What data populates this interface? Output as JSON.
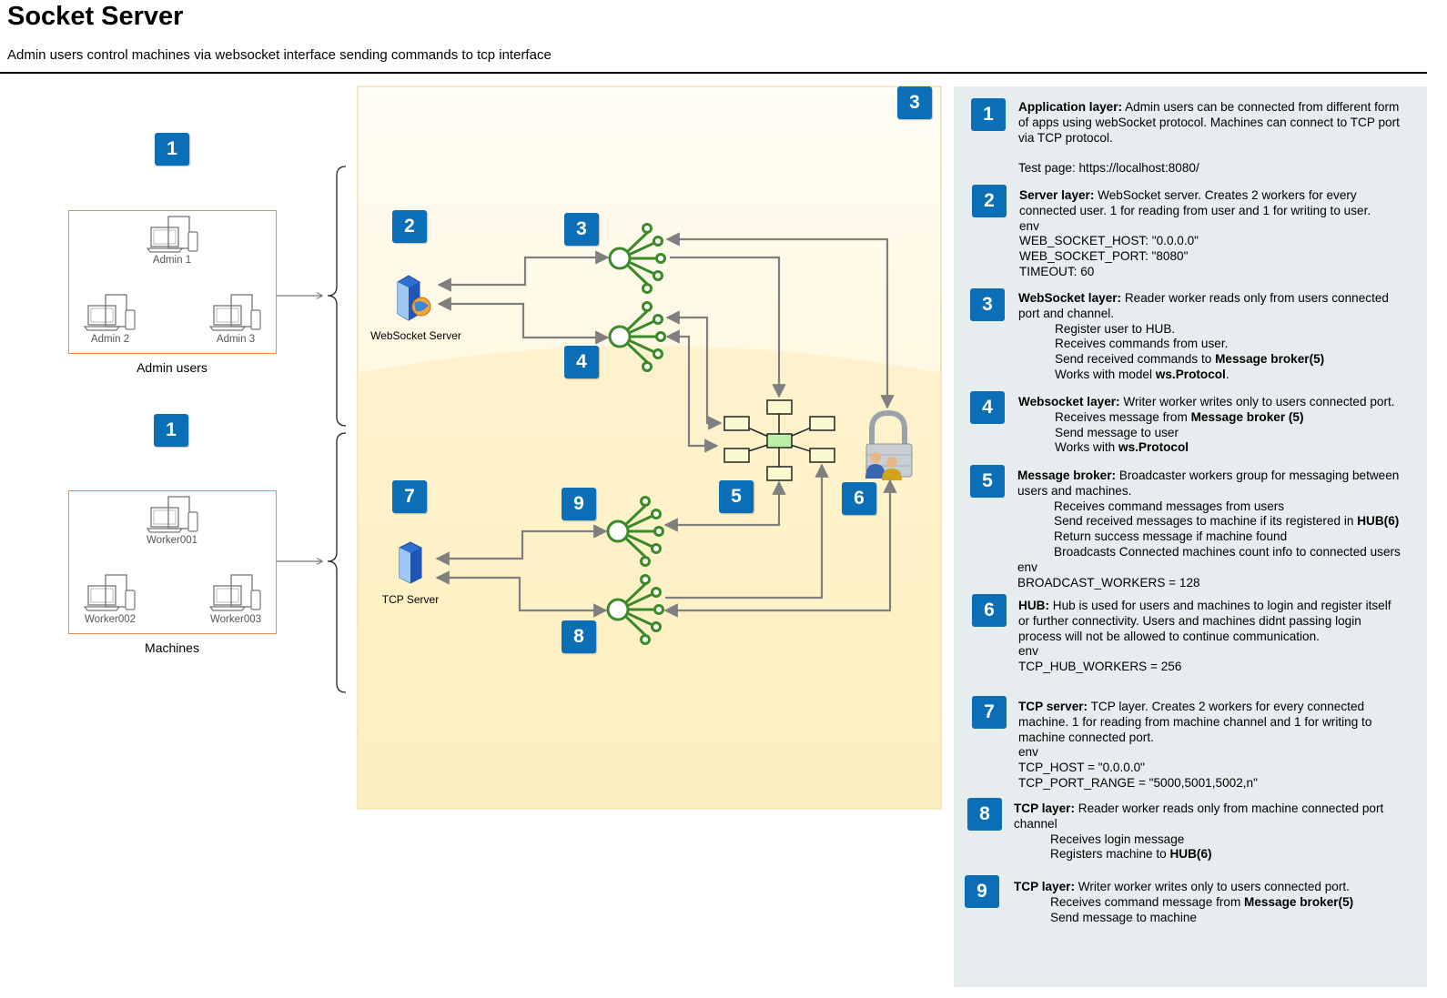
{
  "header": {
    "title": "Socket Server",
    "subtitle": "Admin users control machines via websocket interface sending commands to tcp interface"
  },
  "diagram": {
    "badges": {
      "admins_layer": "1",
      "machines_layer": "1",
      "zone": "3",
      "ws_server": "2",
      "ws_reader": "3",
      "ws_writer": "4",
      "broker": "5",
      "hub": "6",
      "tcp_server": "7",
      "tcp_reader": "8",
      "tcp_writer": "9"
    },
    "admin_group": {
      "label": "Admin users",
      "devices": [
        "Admin 1",
        "Admin 2",
        "Admin 3"
      ]
    },
    "machine_group": {
      "label": "Machines",
      "devices": [
        "Worker001",
        "Worker002",
        "Worker003"
      ]
    },
    "servers": {
      "websocket": "WebSocket Server",
      "tcp": "TCP Server"
    },
    "colors": {
      "badge": "#0a6fb6",
      "group_border": "#f08a4b",
      "worker_icon": "#3a8a2a",
      "zone_fill": "#fff3cf",
      "panel": "#e7ecee",
      "arrow": "#7f7f7f"
    },
    "icons": [
      "devices-icon",
      "websocket-server-icon",
      "tcp-server-icon",
      "worker-fanout-icon",
      "broker-network-icon",
      "hub-lock-icon"
    ]
  },
  "notes": [
    {
      "number": "1",
      "lines": [
        [
          {
            "b": "Application layer:"
          },
          {
            "t": " Admin users can be connected from different form"
          }
        ],
        [
          {
            "t": "of apps using webSocket protocol. Machines can connect to TCP port"
          }
        ],
        [
          {
            "t": "via TCP protocol."
          }
        ],
        [
          {
            "t": " "
          }
        ],
        [
          {
            "t": "Test page: https://localhost:8080/"
          }
        ]
      ]
    },
    {
      "number": "2",
      "lines": [
        [
          {
            "b": "Server layer:"
          },
          {
            "t": " WebSocket server. Creates 2 workers for every"
          }
        ],
        [
          {
            "t": "connected user. 1 for reading from user and 1 for writing to user."
          }
        ],
        [
          {
            "t": "env"
          }
        ],
        [
          {
            "t": "WEB_SOCKET_HOST: \"0.0.0.0\""
          }
        ],
        [
          {
            "t": "WEB_SOCKET_PORT: \"8080\""
          }
        ],
        [
          {
            "t": "TIMEOUT: 60"
          }
        ]
      ]
    },
    {
      "number": "3",
      "lines": [
        [
          {
            "b": "WebSocket layer:"
          },
          {
            "t": " Reader worker reads only from users connected"
          }
        ],
        [
          {
            "t": "port and channel."
          }
        ],
        [
          {
            "i": true,
            "t": "Register user to HUB."
          }
        ],
        [
          {
            "i": true,
            "t": "Receives commands from user."
          }
        ],
        [
          {
            "i": true,
            "t": "Send received commands to "
          },
          {
            "b": "Message broker(5)"
          }
        ],
        [
          {
            "i": true,
            "t": "Works with model "
          },
          {
            "b": "ws.Protocol"
          },
          {
            "t": "."
          }
        ]
      ]
    },
    {
      "number": "4",
      "lines": [
        [
          {
            "b": "Websocket layer:"
          },
          {
            "t": " Writer worker writes only to users connected port."
          }
        ],
        [
          {
            "i": true,
            "t": "Receives message from "
          },
          {
            "b": "Message broker (5)"
          }
        ],
        [
          {
            "i": true,
            "t": "Send message to user"
          }
        ],
        [
          {
            "i": true,
            "t": "Works with "
          },
          {
            "b": "ws.Protocol"
          }
        ]
      ]
    },
    {
      "number": "5",
      "lines": [
        [
          {
            "b": "Message broker:"
          },
          {
            "t": " Broadcaster workers group for messaging between"
          }
        ],
        [
          {
            "t": "users and machines."
          }
        ],
        [
          {
            "i": true,
            "t": "Receives command messages from users"
          }
        ],
        [
          {
            "i": true,
            "t": "Send received messages to machine if its registered in "
          },
          {
            "b": "HUB(6)"
          }
        ],
        [
          {
            "i": true,
            "t": "Return success message if machine found"
          }
        ],
        [
          {
            "i": true,
            "t": "Broadcasts Connected machines count info to connected users"
          }
        ],
        [
          {
            "t": "env"
          }
        ],
        [
          {
            "t": "BROADCAST_WORKERS = 128"
          }
        ]
      ]
    },
    {
      "number": "6",
      "lines": [
        [
          {
            "b": "HUB:"
          },
          {
            "t": " Hub is used for users and machines to login and register itself"
          }
        ],
        [
          {
            "t": "or further connectivity. Users and machines didnt passing login"
          }
        ],
        [
          {
            "t": "process will not be allowed to continue communication."
          }
        ],
        [
          {
            "t": "env"
          }
        ],
        [
          {
            "t": "TCP_HUB_WORKERS = 256"
          }
        ]
      ]
    },
    {
      "number": "7",
      "lines": [
        [
          {
            "b": "TCP server:"
          },
          {
            "t": " TCP layer. Creates 2 workers for every connected"
          }
        ],
        [
          {
            "t": "machine. 1 for reading from machine channel and 1 for writing to"
          }
        ],
        [
          {
            "t": "machine connected port."
          }
        ],
        [
          {
            "t": "env"
          }
        ],
        [
          {
            "t": "TCP_HOST = \"0.0.0.0\""
          }
        ],
        [
          {
            "t": "TCP_PORT_RANGE = \"5000,5001,5002,n\""
          }
        ]
      ]
    },
    {
      "number": "8",
      "lines": [
        [
          {
            "b": "TCP layer:"
          },
          {
            "t": " Reader worker reads only from machine connected port"
          }
        ],
        [
          {
            "t": "channel"
          }
        ],
        [
          {
            "i": true,
            "t": "Receives login message"
          }
        ],
        [
          {
            "i": true,
            "t": "Registers machine to "
          },
          {
            "b": "HUB(6)"
          }
        ]
      ]
    },
    {
      "number": "9",
      "lines": [
        [
          {
            "b": "TCP layer:"
          },
          {
            "t": " Writer worker writes only to users connected port."
          }
        ],
        [
          {
            "i": true,
            "t": "Receives command message from "
          },
          {
            "b": "Message broker(5)"
          }
        ],
        [
          {
            "i": true,
            "t": "Send message to machine"
          }
        ]
      ]
    }
  ]
}
